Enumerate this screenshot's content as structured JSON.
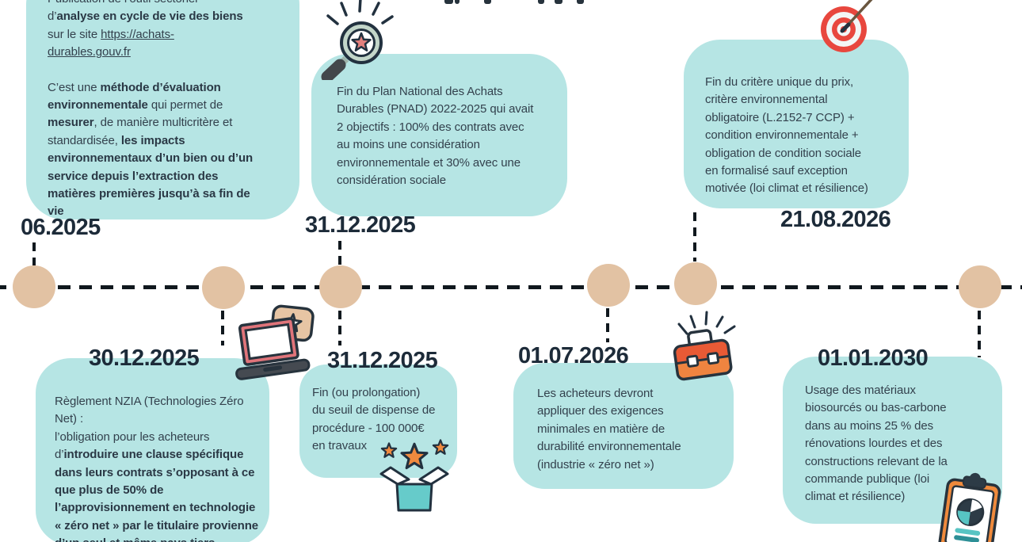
{
  "page": {
    "background": "#ffffff",
    "language": "fr"
  },
  "colors": {
    "box_teal": "#b6e5e4",
    "node_tan": "#e2c2a3",
    "date_navy": "#1d2b39",
    "body_text": "#33414d",
    "timeline_black": "#10181e",
    "accent_orange": "#ef8440",
    "accent_red_orange": "#e85a35",
    "accent_red": "#e8473e",
    "accent_salmon": "#e0747a",
    "accent_teal": "#57c4c3"
  },
  "timeline": {
    "events": [
      {
        "date": "06.2025",
        "side": "above",
        "icon": null,
        "paragraphs": [
          [
            {
              "t": "Publication de l’outil sectoriel\nd’"
            },
            {
              "t": "analyse en cycle de vie des biens",
              "b": true
            },
            {
              "t": "\nsur le site "
            },
            {
              "t": "https://achats-\ndurables.gouv.fr",
              "u": true,
              "name": "achats-durables-link",
              "interactable": true
            }
          ],
          [
            {
              "t": "C’est une "
            },
            {
              "t": "méthode d’évaluation\nenvironnementale",
              "b": true
            },
            {
              "t": " qui permet de\n"
            },
            {
              "t": "mesurer",
              "b": true
            },
            {
              "t": ", de manière multicritère et\nstandardisée, "
            },
            {
              "t": "les impacts\nenvironnementaux d’un bien ou d’un\nservice depuis l’extraction des\nmatières premières jusqu’à sa fin de\nvie",
              "b": true
            }
          ]
        ]
      },
      {
        "date": "31.12.2025",
        "side": "above",
        "icon": "magnifying-glass-star-icon",
        "paragraphs": [
          [
            {
              "t": "Fin du Plan National des Achats\nDurables (PNAD) 2022-2025 qui avait\n2 objectifs : 100% des contrats avec\nau moins une considération\nenvironnementale et 30% avec une\nconsidération sociale"
            }
          ]
        ]
      },
      {
        "date": "21.08.2026",
        "side": "above",
        "icon": "target-dart-icon",
        "paragraphs": [
          [
            {
              "t": "Fin du critère unique du prix,\ncritère environnemental\nobligatoire (L.2152-7 CCP) +\ncondition environnementale +\nobligation de condition sociale\nen formalisé sauf exception\nmotivée (loi climat et résilience)"
            }
          ]
        ]
      },
      {
        "date": "30.12.2025",
        "side": "below",
        "icon": "laptop-message-star-icon",
        "paragraphs": [
          [
            {
              "t": "Règlement NZIA (Technologies Zéro\nNet) :\nl’obligation pour les acheteurs\nd’"
            },
            {
              "t": "introduire une clause spécifique\ndans leurs contrats s’opposant à ce\nque plus de 50% de\nl’approvisionnement en technologie\n« zéro net » par le titulaire provienne\nd’un seul et même pays tiers",
              "b": true
            }
          ]
        ]
      },
      {
        "date": "31.12.2025",
        "side": "below",
        "icon": "gift-box-stars-icon",
        "paragraphs": [
          [
            {
              "t": "Fin (ou prolongation)\ndu seuil de dispense de\nprocédure - 100 000€\nen travaux"
            }
          ]
        ]
      },
      {
        "date": "01.07.2026",
        "side": "below",
        "icon": "briefcase-icon",
        "paragraphs": [
          [
            {
              "t": "Les acheteurs devront\nappliquer des exigences\nminimales en matière de\ndurabilité environnementale\n(industrie « zéro net »)"
            }
          ]
        ]
      },
      {
        "date": "01.01.2030",
        "side": "below",
        "icon": "clipboard-chart-icon",
        "paragraphs": [
          [
            {
              "t": "Usage des matériaux\nbiosourcés ou bas-carbone\ndans au moins 25 % des\nrénovations lourdes et des\nconstructions relevant de la\ncommande publique (loi\nclimat et résilience)"
            }
          ]
        ]
      }
    ]
  }
}
